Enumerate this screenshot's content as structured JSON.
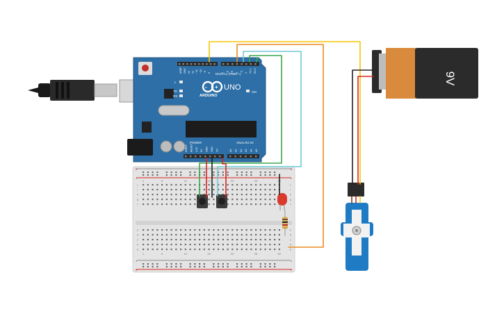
{
  "arduino": {
    "brand": "ARDUINO",
    "model": "UNO",
    "digital_label": "DIGITAL (PWM ~)",
    "analog_label": "ANALOG IN",
    "power_label": "POWER",
    "on_label": "ON",
    "led_l": "L",
    "led_tx": "TX",
    "led_rx": "RX",
    "aref": "AREF",
    "gnd": "GND",
    "digital_pins": [
      "13",
      "12",
      "~11",
      "~10",
      "~9",
      "8",
      "7",
      "~6",
      "~5",
      "4",
      "~3",
      "2",
      "TX 1",
      "RX 0"
    ],
    "power_pins": [
      "IOREF",
      "RESET",
      "3.3V",
      "5V",
      "GND",
      "GND",
      "Vin"
    ],
    "analog_pins": [
      "A0",
      "A1",
      "A2",
      "A3",
      "A4",
      "A5"
    ]
  },
  "battery": {
    "label": "9V"
  },
  "breadboard": {
    "col_numbers": [
      "1",
      "5",
      "10",
      "15",
      "20",
      "25",
      "30"
    ],
    "rows_top": [
      "j",
      "i",
      "h",
      "g",
      "f"
    ],
    "rows_bottom": [
      "e",
      "d",
      "c",
      "b",
      "a"
    ],
    "rail_plus": "+",
    "rail_minus": "-"
  },
  "colors": {
    "board": "#2d6fa6",
    "board_edge": "#1f5683",
    "wire_yellow": "#f5c400",
    "wire_orange": "#ea8c1e",
    "wire_green": "#3aa84a",
    "wire_cyan": "#6ec9d4",
    "wire_red": "#d6261e",
    "wire_black": "#222222",
    "servo": "#1e7bc4",
    "battery_body": "#d98a3c",
    "battery_top": "#2b2b2b",
    "led": "#d83b2c"
  }
}
